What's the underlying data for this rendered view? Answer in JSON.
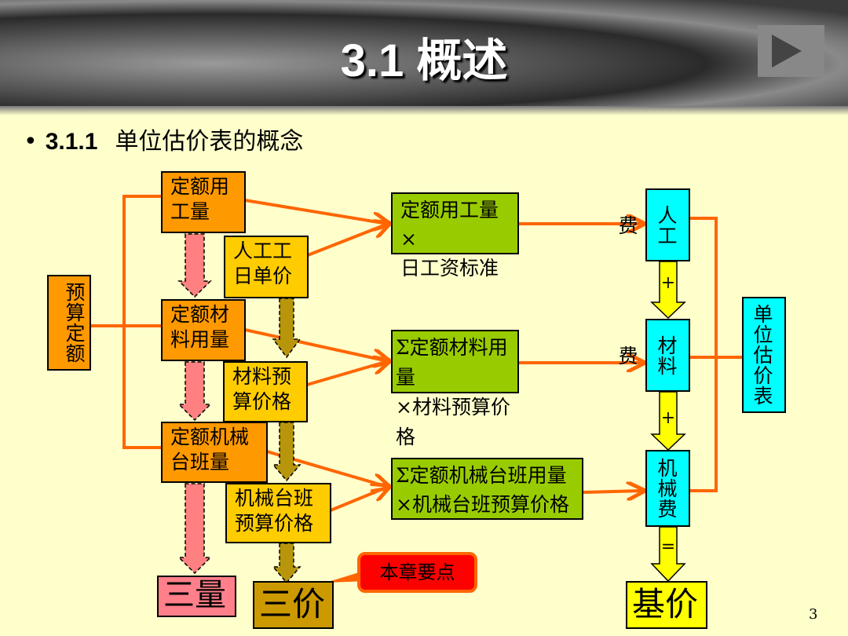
{
  "title": "3.1 概述",
  "subtitle": {
    "bullet": "•",
    "number": "3.1.1",
    "text": "单位估价表的概念"
  },
  "boxes": {
    "budget_quota": "预算定额",
    "labor_qty": "定额用工量",
    "labor_price": "人工工日单价",
    "material_qty": "定额材料用量",
    "material_price": "材料预算价格",
    "machine_qty": "定额机械台班量",
    "machine_price": "机械台班预算价格",
    "labor_calc_1": "定额用工量 ×",
    "labor_calc_2": "日工资标准",
    "material_calc_1": "Σ定额材料用量",
    "material_calc_2": "×材料预算价格",
    "machine_calc_1": "Σ定额机械台班用量",
    "machine_calc_2": "×机械台班预算价格",
    "labor_fee": "人工费",
    "material_fee": "材料费",
    "machine_fee": "机械费",
    "unit_table": "单位估价表",
    "three_qty": "三量",
    "three_price": "三价",
    "base_price": "基价",
    "key_points": "本章要点"
  },
  "operators": {
    "plus1": "+",
    "plus2": "+",
    "equals": "="
  },
  "page_number": "3",
  "colors": {
    "background": "#FFFFCC",
    "orange": "#FF9900",
    "yellow": "#FFCC00",
    "green": "#99CC00",
    "cyan": "#00FFFF",
    "line": "#FF6600"
  }
}
